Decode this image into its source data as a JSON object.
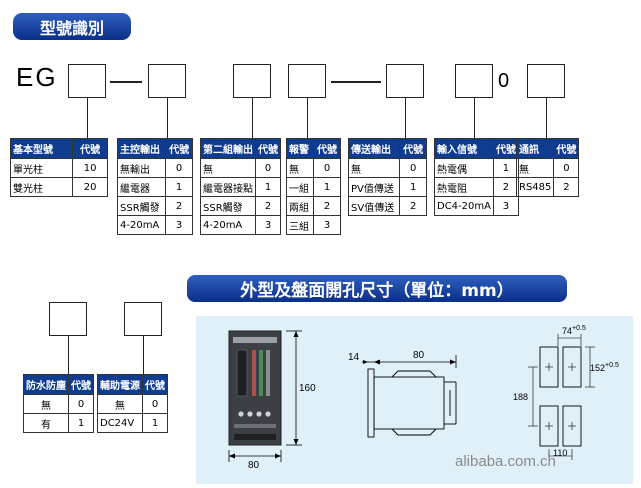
{
  "header": {
    "title": "型號識別",
    "eg_label": "EG"
  },
  "separators": {
    "zero": "0"
  },
  "tables": {
    "basic": {
      "h1": "基本型號",
      "h2": "代號",
      "rows": [
        [
          "單光柱",
          "10"
        ],
        [
          "雙光柱",
          "20"
        ]
      ]
    },
    "main_out": {
      "h1": "主控輸出",
      "h2": "代號",
      "rows": [
        [
          "無輸出",
          "0"
        ],
        [
          "繼電器",
          "1"
        ],
        [
          "SSR觸發",
          "2"
        ],
        [
          "4-20mA",
          "3"
        ]
      ]
    },
    "second_out": {
      "h1": "第二組輸出",
      "h2": "代號",
      "rows": [
        [
          "無",
          "0"
        ],
        [
          "繼電器接點",
          "1"
        ],
        [
          "SSR觸發",
          "2"
        ],
        [
          "4-20mA",
          "3"
        ]
      ]
    },
    "alarm": {
      "h1": "報警",
      "h2": "代號",
      "rows": [
        [
          "無",
          "0"
        ],
        [
          "一組",
          "1"
        ],
        [
          "兩組",
          "2"
        ],
        [
          "三組",
          "3"
        ]
      ]
    },
    "transmit": {
      "h1": "傳送輸出",
      "h2": "代號",
      "rows": [
        [
          "無",
          "0"
        ],
        [
          "PV值傳送",
          "1"
        ],
        [
          "SV值傳送",
          "2"
        ]
      ]
    },
    "input": {
      "h1": "輸入信號",
      "h2": "代號",
      "rows": [
        [
          "熱電偶",
          "1"
        ],
        [
          "熱電阻",
          "2"
        ],
        [
          "DC4-20mA",
          "3"
        ]
      ]
    },
    "comm": {
      "h1": "通訊",
      "h2": "代號",
      "rows": [
        [
          "無",
          "0"
        ],
        [
          "RS485",
          "2"
        ]
      ]
    },
    "waterproof": {
      "h1": "防水防塵",
      "h2": "代號",
      "rows": [
        [
          "無",
          "0"
        ],
        [
          "有",
          "1"
        ]
      ]
    },
    "aux_power": {
      "h1": "輔助電源",
      "h2": "代號",
      "rows": [
        [
          "無",
          "0"
        ],
        [
          "DC24V",
          "1"
        ]
      ]
    }
  },
  "dims": {
    "title": "外型及盤面開孔尺寸（單位：mm）",
    "front_height": "160",
    "front_width": "80",
    "side_depth": "80",
    "side_front": "14",
    "cutout_w": "74",
    "cutout_w_tol": "+0.5",
    "cutout_h": "152",
    "cutout_h_tol": "+0.5",
    "pitch_v": "188",
    "pitch_h": "110"
  },
  "watermark": "alibaba.com.cn"
}
